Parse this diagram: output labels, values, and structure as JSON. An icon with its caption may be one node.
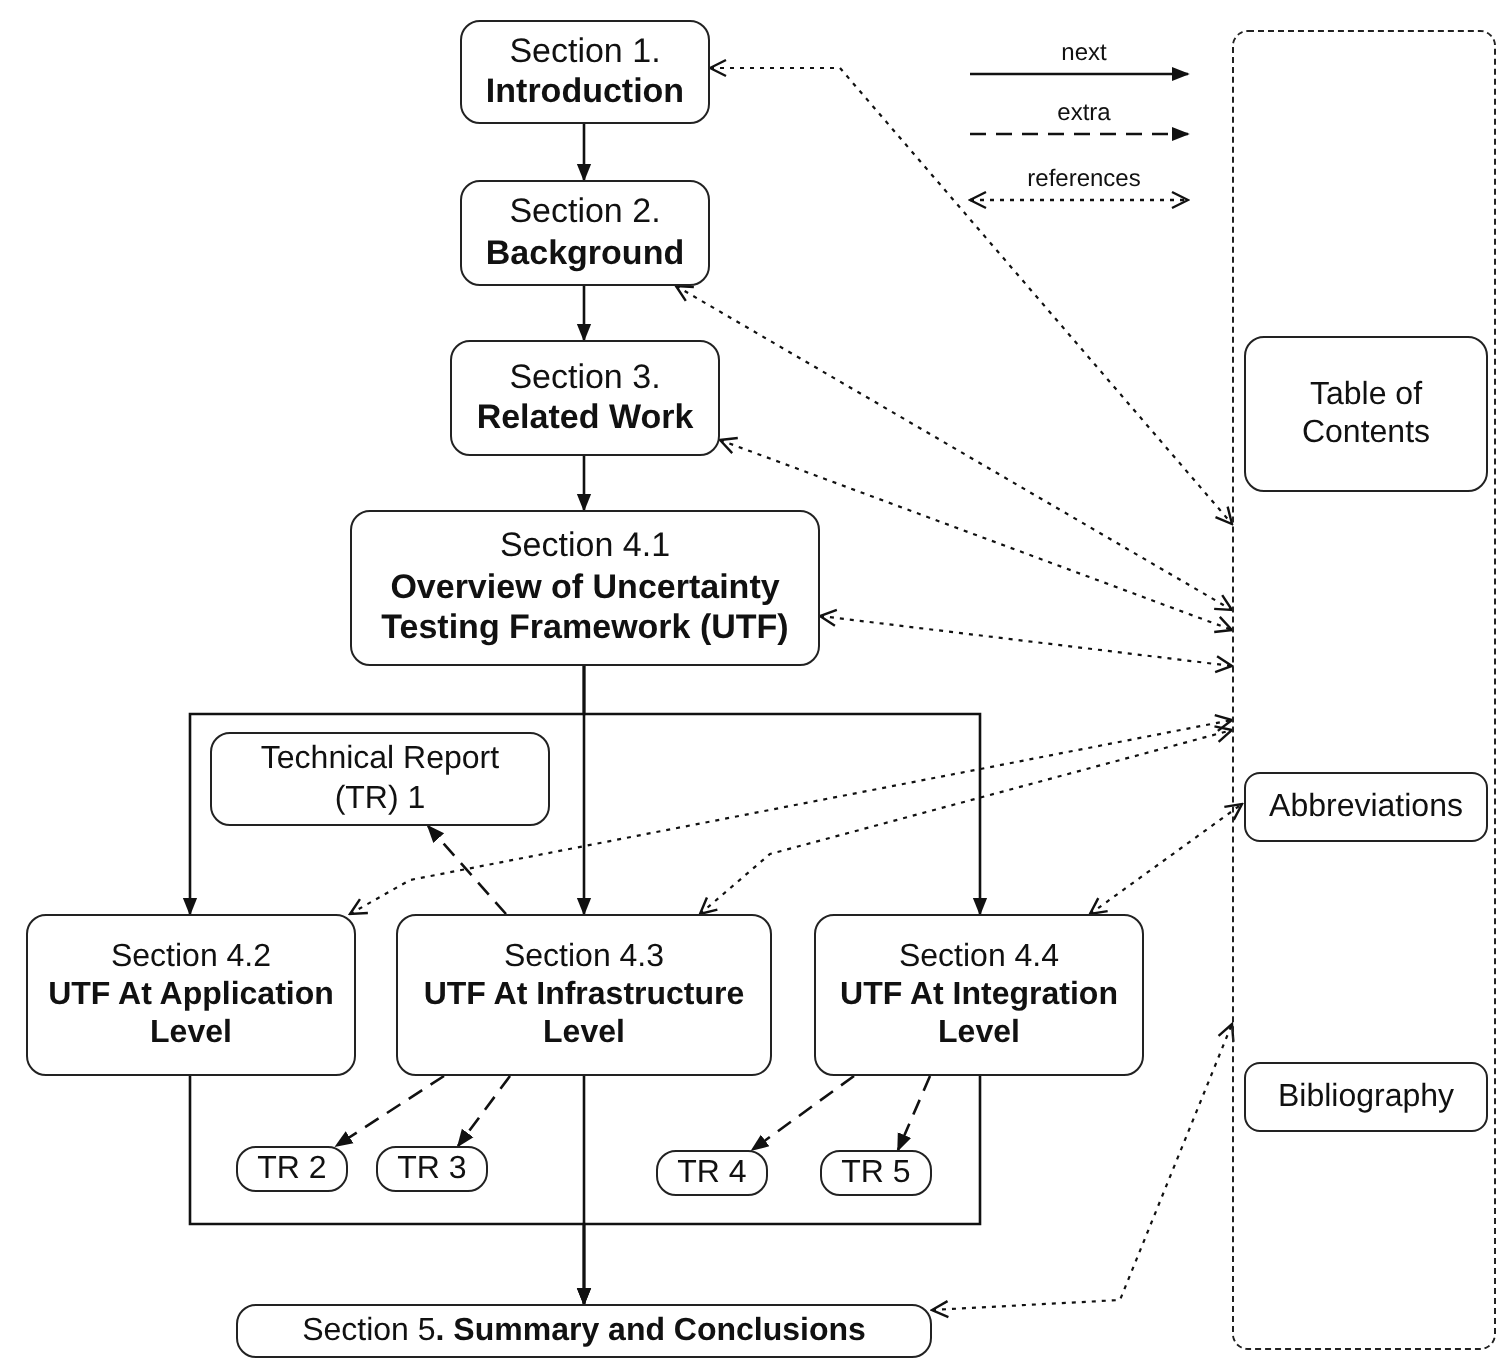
{
  "diagram": {
    "nodes": [
      {
        "text": [
          "Section 1.",
          "Introduction"
        ]
      },
      {
        "text": [
          "Section 2.",
          "Background"
        ]
      },
      {
        "text": [
          "Section 3.",
          "Related Work"
        ]
      },
      {
        "text": [
          "Section 4.1",
          "Overview of Uncertainty Testing Framework (UTF)"
        ]
      },
      {
        "text": [
          "Technical Report (TR) 1"
        ]
      },
      {
        "text": [
          "Section 4.2",
          "UTF At Application Level"
        ]
      },
      {
        "text": [
          "Section 4.3",
          "UTF At Infrastructure Level"
        ]
      },
      {
        "text": [
          "Section 4.4",
          "UTF At Integration Level"
        ]
      },
      {
        "text": [
          "TR 2"
        ]
      },
      {
        "text": [
          "TR 3"
        ]
      },
      {
        "text": [
          "TR 4"
        ]
      },
      {
        "text": [
          "TR 5"
        ]
      },
      {
        "text": [
          "Section 5**. Summary and Conclusions**"
        ]
      },
      {
        "text": [],
        "shape": "box"
      },
      {
        "text": [
          "Table of Contents"
        ],
        "in": 13
      },
      {
        "text": [
          "Abbreviations"
        ],
        "in": 13
      },
      {
        "text": [
          "Bibliography"
        ],
        "in": 13
      }
    ],
    "edges": [
      {
        "from": 0,
        "to": 1,
        "arrow": "to"
      },
      {
        "from": 1,
        "to": 2,
        "arrow": "to"
      },
      {
        "from": 2,
        "to": 3,
        "arrow": "to"
      },
      {
        "from": 3,
        "to": 5,
        "arrow": "to"
      },
      {
        "from": 3,
        "to": 6,
        "arrow": "to"
      },
      {
        "from": 3,
        "to": 7,
        "arrow": "to"
      },
      {
        "from": 6,
        "to": 4,
        "arrow": "to",
        "style": "dashed"
      },
      {
        "from": 6,
        "to": 8,
        "arrow": "to",
        "style": "dashed"
      },
      {
        "from": 6,
        "to": 9,
        "arrow": "to",
        "style": "dashed"
      },
      {
        "from": 7,
        "to": 10,
        "arrow": "to",
        "style": "dashed"
      },
      {
        "from": 7,
        "to": 11,
        "arrow": "to",
        "style": "dashed"
      },
      {
        "from": 5,
        "to": 12,
        "arrow": "to"
      },
      {
        "from": 6,
        "to": 12,
        "arrow": "to"
      },
      {
        "from": 7,
        "to": 12,
        "arrow": "to"
      },
      {
        "from": 0,
        "to": 13,
        "arrow": "both",
        "style": "dashed"
      },
      {
        "from": 1,
        "to": 13,
        "arrow": "both",
        "style": "dashed"
      },
      {
        "from": 2,
        "to": 13,
        "arrow": "both",
        "style": "dashed"
      },
      {
        "from": 3,
        "to": 13,
        "arrow": "both",
        "style": "dashed"
      },
      {
        "from": 5,
        "to": 13,
        "arrow": "both",
        "style": "dashed"
      },
      {
        "from": 6,
        "to": 13,
        "arrow": "both",
        "style": "dashed"
      },
      {
        "from": 7,
        "to": 15,
        "arrow": "both",
        "style": "dashed"
      },
      {
        "from": 12,
        "to": 13,
        "arrow": "both",
        "style": "dashed"
      }
    ],
    "legend": [
      {
        "text": "next"
      },
      {
        "text": "extra"
      },
      {
        "text": "references"
      }
    ]
  }
}
